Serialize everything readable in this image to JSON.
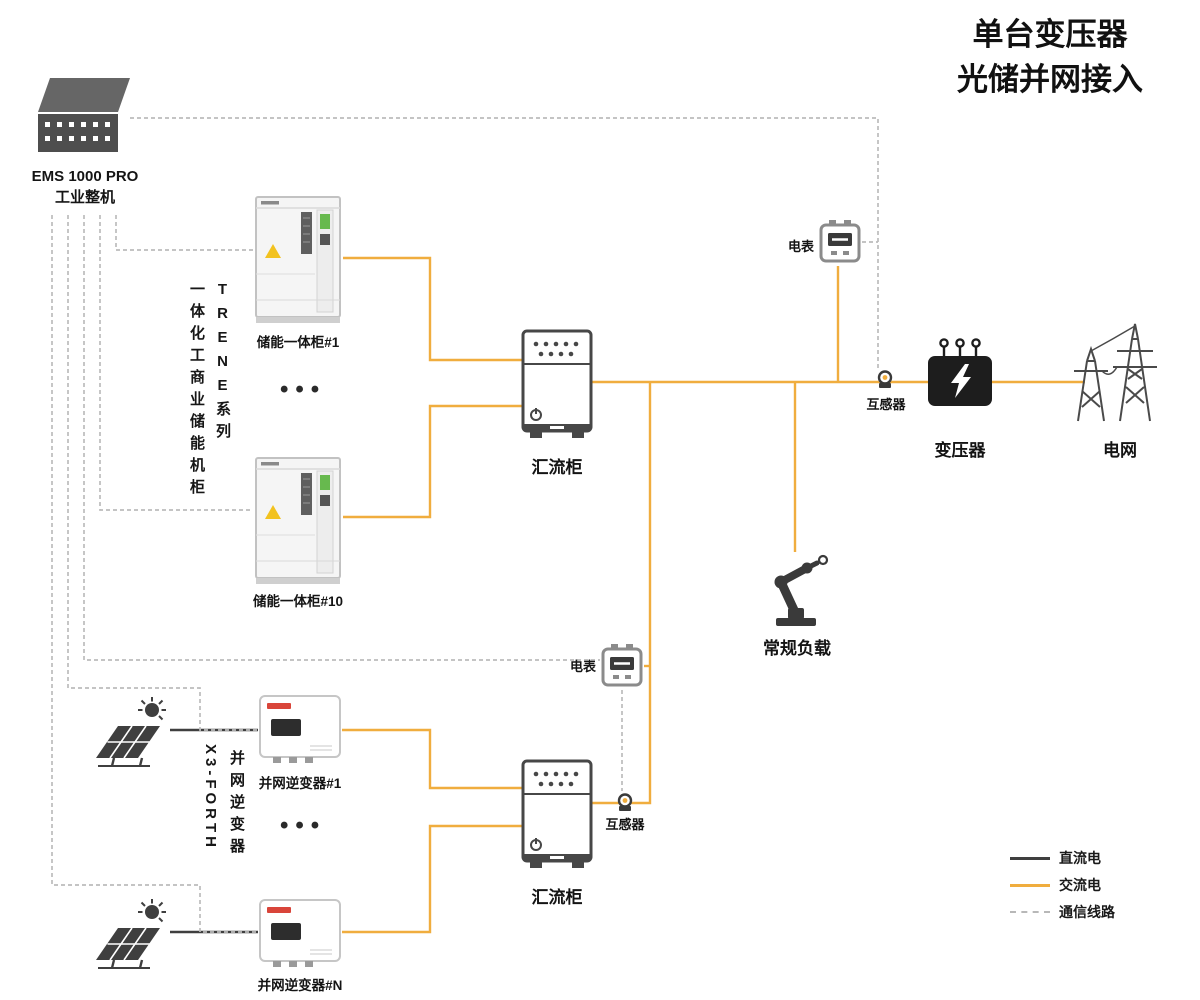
{
  "title": {
    "line1": "单台变压器",
    "line2": "光储并网接入"
  },
  "ems": {
    "name": "EMS 1000 PRO",
    "type": "工业整机"
  },
  "storage": {
    "series_en": "TRENE系列",
    "series_cn": "一体化工商业储能机柜",
    "cabinet_first": "储能一体柜#1",
    "cabinet_last": "储能一体柜#10",
    "ellipsis": "•••"
  },
  "pv": {
    "series_en": "X3-FORTH",
    "series_cn": "并网逆变器",
    "inverter_first": "并网逆变器#1",
    "inverter_last": "并网逆变器#N",
    "ellipsis": "•••"
  },
  "combiner": {
    "top": "汇流柜",
    "bottom": "汇流柜"
  },
  "meter": {
    "top": "电表",
    "bottom": "电表"
  },
  "ct": {
    "top": "互感器",
    "bottom": "互感器"
  },
  "transformer": {
    "label": "变压器"
  },
  "grid": {
    "label": "电网"
  },
  "load": {
    "label": "常规负载"
  },
  "legend": {
    "dc": "直流电",
    "ac": "交流电",
    "comm": "通信线路"
  },
  "colors": {
    "ac": "#F0AD3E",
    "dc": "#3F3F3F",
    "comm": "#BCBCBC"
  }
}
